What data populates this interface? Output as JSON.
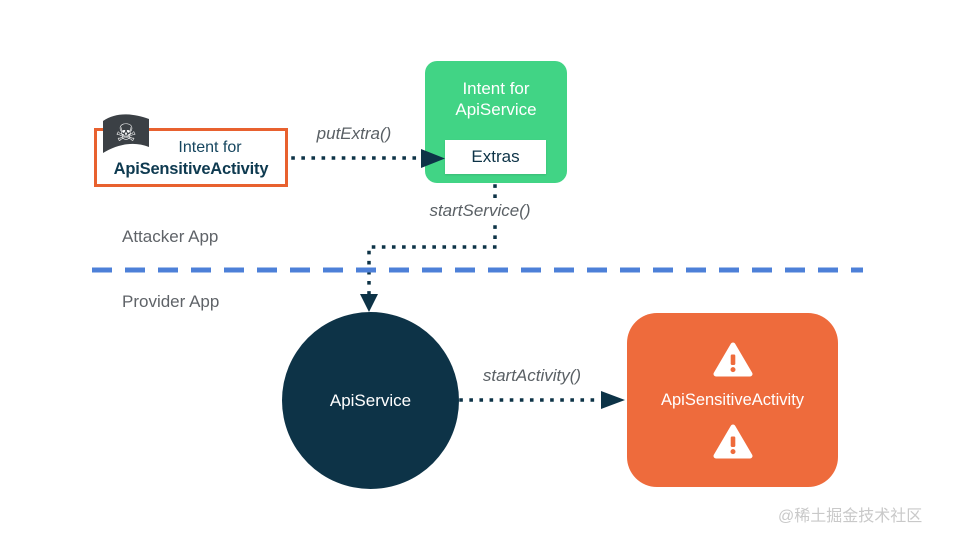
{
  "nodes": {
    "attacker_intent": {
      "line1": "Intent for",
      "line2": "ApiSensitiveActivity"
    },
    "service_intent": {
      "line1": "Intent for",
      "line2": "ApiService",
      "extras": "Extras"
    },
    "api_service": {
      "label": "ApiService"
    },
    "api_sensitive_activity": {
      "label": "ApiSensitiveActivity"
    }
  },
  "edges": {
    "put_extra": "putExtra()",
    "start_service": "startService()",
    "start_activity": "startActivity()"
  },
  "sections": {
    "attacker": "Attacker App",
    "provider": "Provider App"
  },
  "watermark": "@稀土掘金技术社区",
  "icons": {
    "pirate_flag": "pirate-flag-icon",
    "skull_glyph": "☠",
    "warning_triangle": "warning-triangle-icon"
  },
  "colors": {
    "green": "#41d485",
    "orange": "#ee6b3c",
    "orange_border": "#e8612f",
    "navy": "#0d3347",
    "text_navy": "#16465f",
    "blue_dashed": "#4d80d8",
    "label_gray": "#5a6065",
    "watermark_gray": "#c9c9c9",
    "flag_dark": "#3b4045"
  }
}
